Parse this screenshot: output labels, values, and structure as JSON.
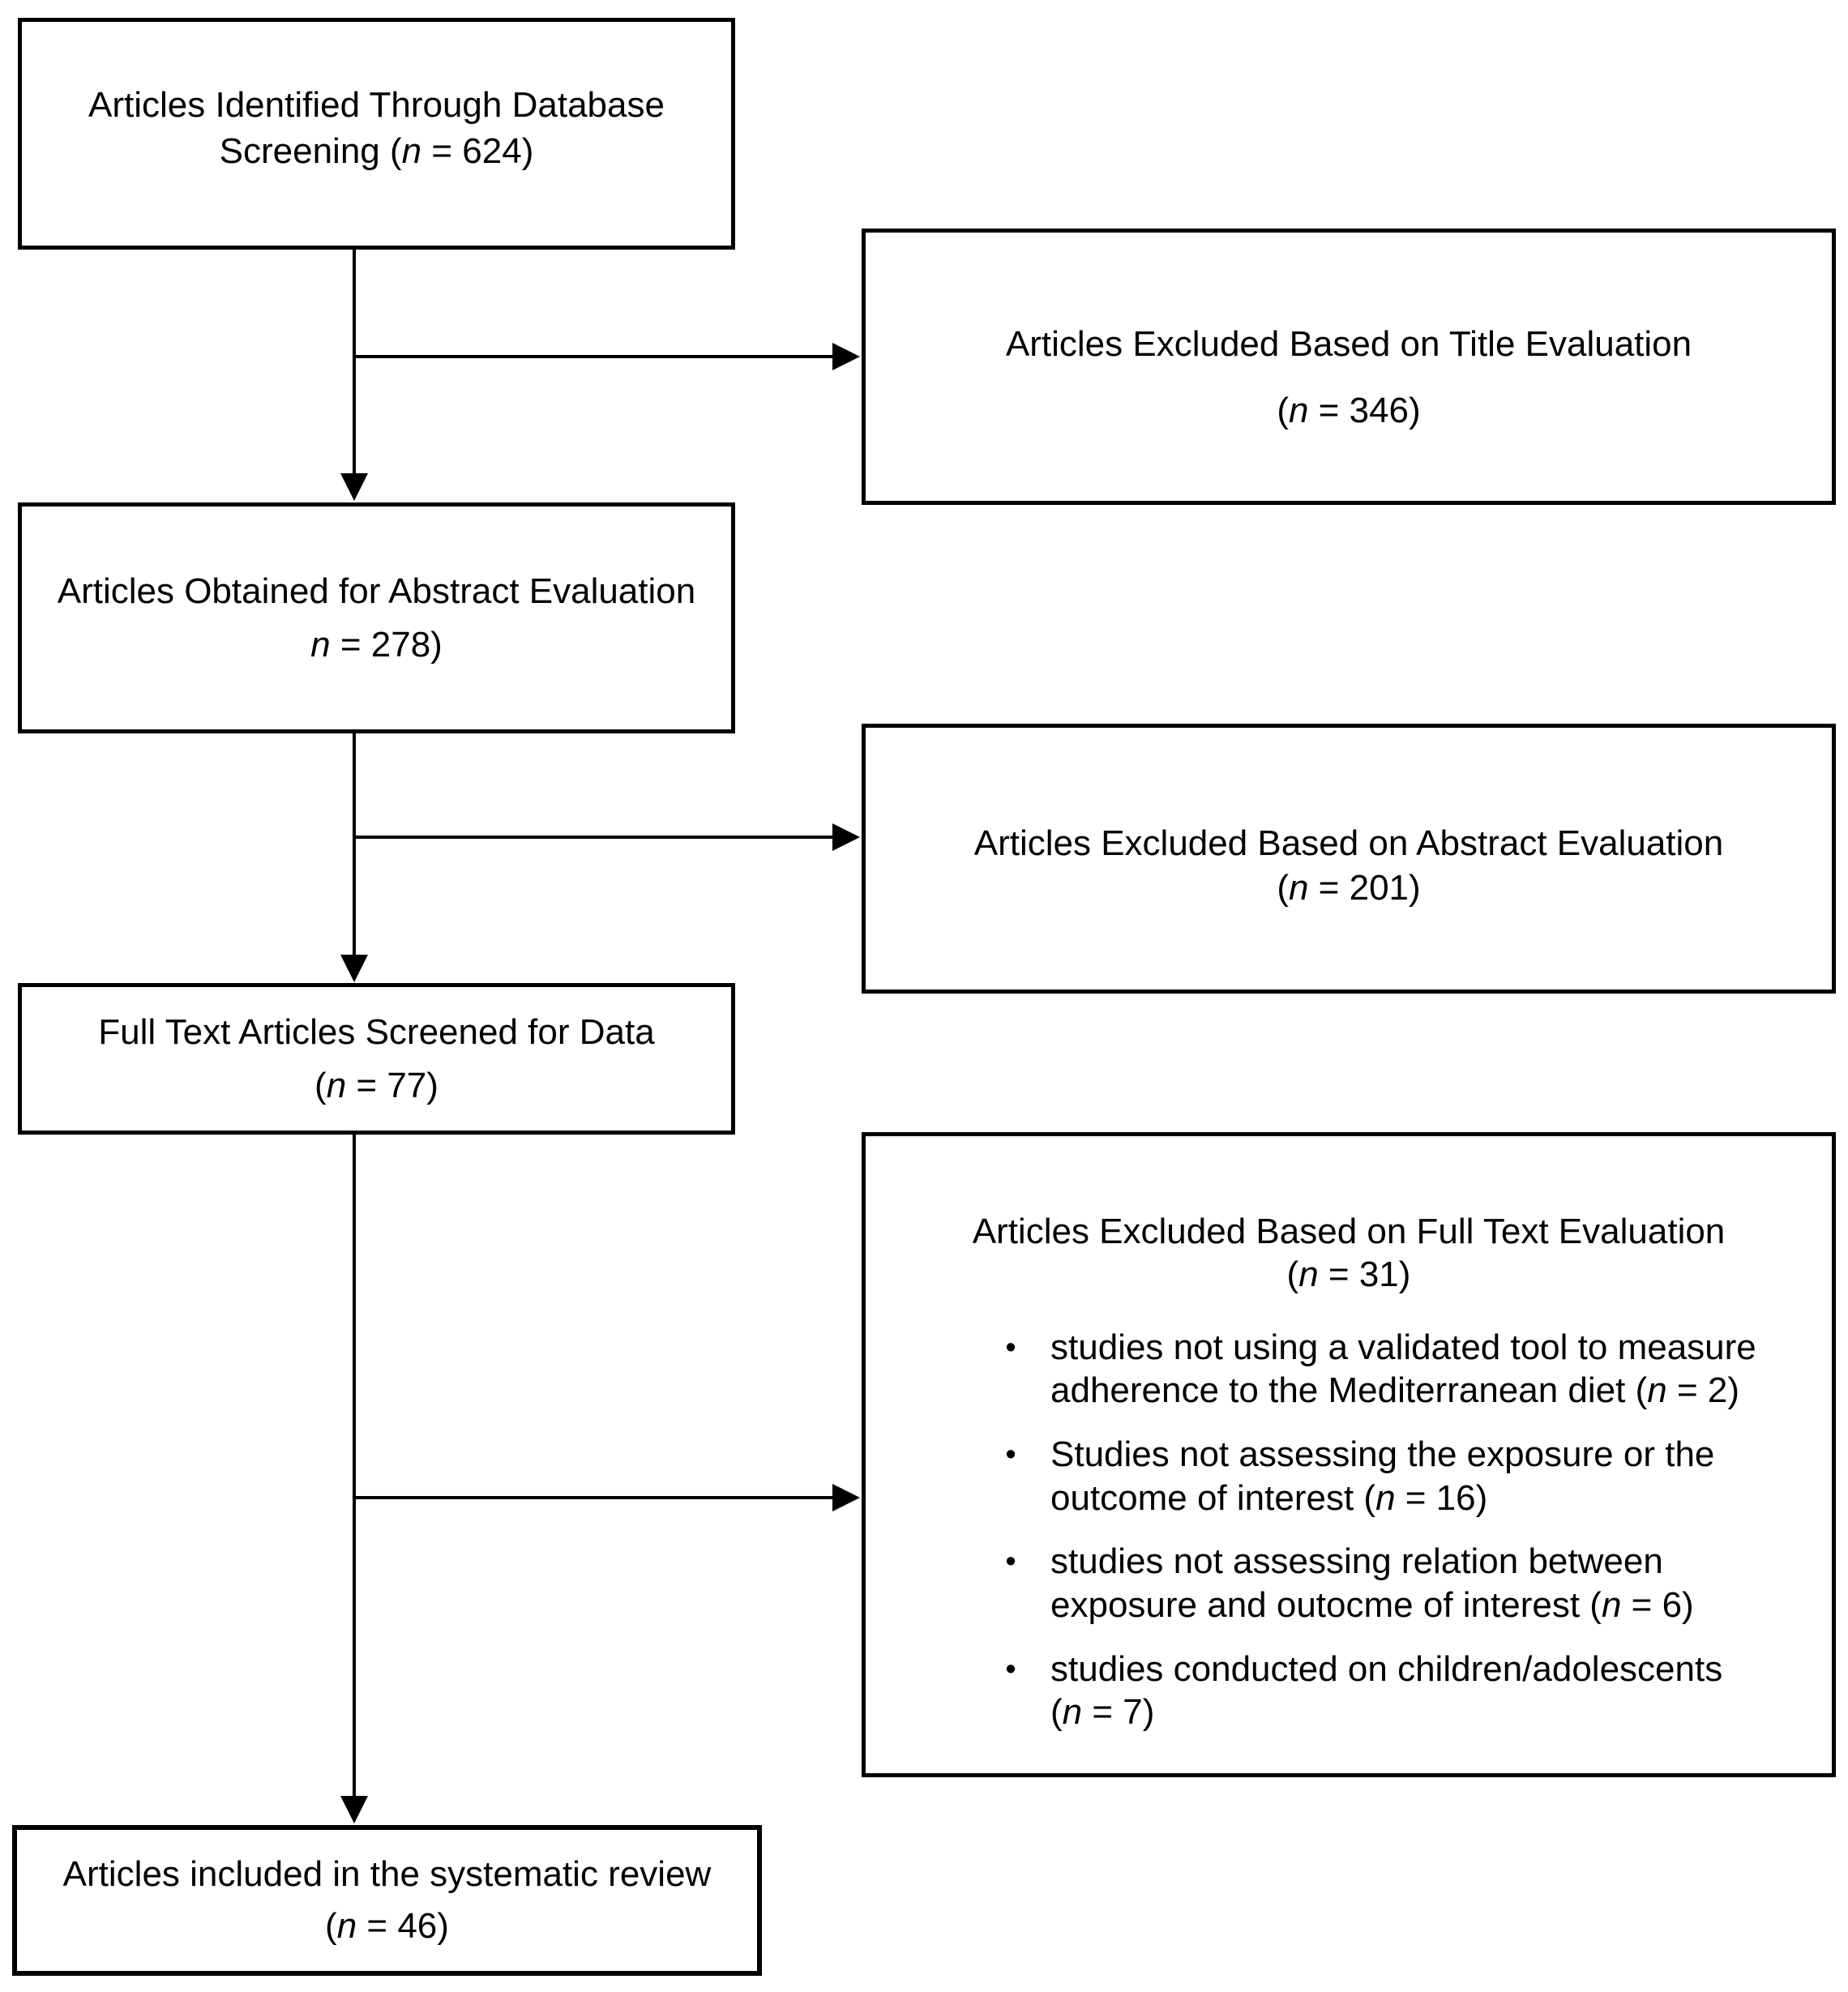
{
  "diagram_type": "study-selection-flowchart",
  "colors": {
    "background": "#ffffff",
    "box_border": "#000000",
    "text": "#000000",
    "connector": "#000000"
  },
  "bullet_char": "•",
  "boxes": {
    "left": [
      {
        "name": "identified",
        "lines": [
          "Articles Identified Through Database",
          "Screening (n = 624)"
        ]
      },
      {
        "name": "abstract-evaluation",
        "lines": [
          "Articles Obtained for Abstract Evaluation",
          "n = 278)"
        ]
      },
      {
        "name": "fulltext-screened",
        "lines": [
          "Full Text Articles Screened for Data",
          "(n = 77)"
        ]
      },
      {
        "name": "included",
        "lines": [
          "Articles included in the systematic review",
          "(n = 46)"
        ]
      }
    ],
    "right": [
      {
        "name": "excluded-title-evaluation",
        "lines": [
          "Articles Excluded Based on Title Evaluation",
          "(n = 346)"
        ]
      },
      {
        "name": "excluded-abstract-evaluation",
        "lines": [
          "Articles Excluded Based on Abstract Evaluation",
          "(n = 201)"
        ]
      },
      {
        "name": "excluded-fulltext-evaluation",
        "lines": [
          "Articles Excluded Based on Full Text Evaluation",
          "(n = 31)"
        ],
        "bullets": [
          {
            "lines": [
              "studies not using a validated tool to measure",
              "adherence to the Mediterranean diet (n = 2)"
            ]
          },
          {
            "lines": [
              "Studies not assessing the exposure or the",
              "outcome of interest (n = 16)"
            ]
          },
          {
            "lines": [
              "studies not assessing relation between",
              "exposure and outocme of interest (n = 6)"
            ]
          },
          {
            "lines": [
              "studies conducted on children/adolescents",
              "(n = 7)"
            ]
          }
        ]
      }
    ]
  },
  "counts": {
    "identified": 624,
    "excluded_title": 346,
    "abstract_evaluated": 278,
    "excluded_abstract": 201,
    "fulltext_screened": 77,
    "excluded_fulltext": 31,
    "excluded_fulltext_reasons": [
      2,
      16,
      6,
      7
    ],
    "included": 46
  }
}
